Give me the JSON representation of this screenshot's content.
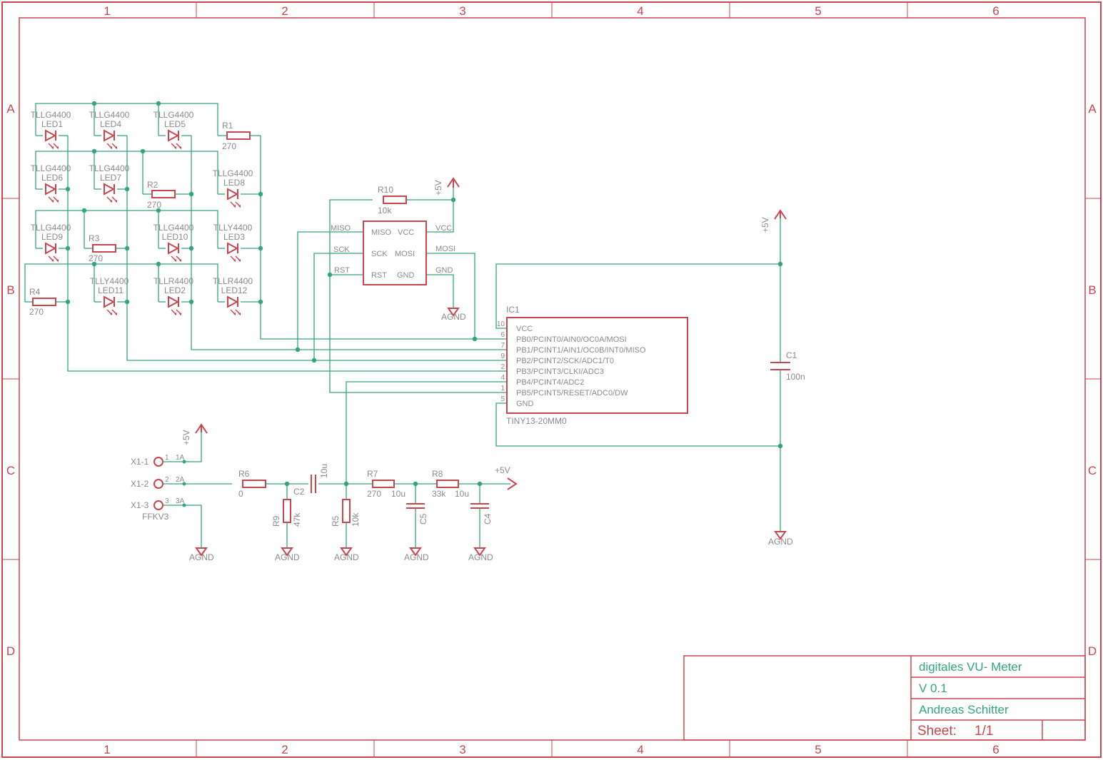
{
  "colors": {
    "frame": "#c8464c",
    "wire": "#34a37f",
    "label": "#8a8a8a",
    "title_text": "#34a37f"
  },
  "frame": {
    "columns": [
      "1",
      "2",
      "3",
      "4",
      "5",
      "6"
    ],
    "rows": [
      "A",
      "B",
      "C",
      "D"
    ]
  },
  "title_block": {
    "title": "digitales VU- Meter",
    "version": "V 0.1",
    "author": "Andreas Schitter",
    "sheet_label": "Sheet:",
    "sheet_value": "1/1"
  },
  "leds": [
    {
      "ref": "LED1",
      "value": "TLLG4400"
    },
    {
      "ref": "LED4",
      "value": "TLLG4400"
    },
    {
      "ref": "LED5",
      "value": "TLLG4400"
    },
    {
      "ref": "LED6",
      "value": "TLLG4400"
    },
    {
      "ref": "LED7",
      "value": "TLLG4400"
    },
    {
      "ref": "LED8",
      "value": "TLLG4400"
    },
    {
      "ref": "LED9",
      "value": "TLLG4400"
    },
    {
      "ref": "LED10",
      "value": "TLLG4400"
    },
    {
      "ref": "LED3",
      "value": "TLLY4400"
    },
    {
      "ref": "LED11",
      "value": "TLLY4400"
    },
    {
      "ref": "LED2",
      "value": "TLLR4400"
    },
    {
      "ref": "LED12",
      "value": "TLLR4400"
    }
  ],
  "resistors": [
    {
      "ref": "R1",
      "value": "270"
    },
    {
      "ref": "R2",
      "value": "270"
    },
    {
      "ref": "R3",
      "value": "270"
    },
    {
      "ref": "R4",
      "value": "270"
    },
    {
      "ref": "R10",
      "value": "10k"
    },
    {
      "ref": "R6",
      "value": "0"
    },
    {
      "ref": "R7",
      "value": "270"
    },
    {
      "ref": "R8",
      "value": "33k"
    },
    {
      "ref": "R9",
      "value": "47k"
    },
    {
      "ref": "R5",
      "value": "10k"
    }
  ],
  "capacitors": [
    {
      "ref": "C1",
      "value": "100n"
    },
    {
      "ref": "C2",
      "value": "10u"
    },
    {
      "ref": "C5",
      "value": "10u"
    },
    {
      "ref": "C4",
      "value": "10u"
    }
  ],
  "isp": {
    "pins_left": [
      "MISO",
      "SCK",
      "RST"
    ],
    "pins_right": [
      "VCC",
      "MOSI",
      "GND"
    ],
    "net_left": [
      "MISO",
      "SCK",
      "RST"
    ],
    "net_right": [
      "VCC",
      "MOSI",
      "GND"
    ]
  },
  "ic": {
    "ref": "IC1",
    "part": "TINY13-20MM0",
    "pins": [
      {
        "num": "10",
        "name": "VCC"
      },
      {
        "num": "6",
        "name": "PB0/PCINT0/AIN0/OC0A/MOSI"
      },
      {
        "num": "7",
        "name": "PB1/PCINT1/AIN1/OC0B/INT0/MISO"
      },
      {
        "num": "9",
        "name": "PB2/PCINT2/SCK/ADC1/T0"
      },
      {
        "num": "2",
        "name": "PB3/PCINT3/CLKI/ADC3"
      },
      {
        "num": "4",
        "name": "PB4/PCINT4/ADC2"
      },
      {
        "num": "1",
        "name": "PB5/PCINT5/RESET/ADC0/DW"
      },
      {
        "num": "5",
        "name": "GND"
      }
    ]
  },
  "connector": {
    "part": "FFKV3",
    "pins": [
      {
        "name": "X1-1",
        "num": "1",
        "pad": "1A"
      },
      {
        "name": "X1-2",
        "num": "2",
        "pad": "2A"
      },
      {
        "name": "X1-3",
        "num": "3",
        "pad": "3A"
      }
    ]
  },
  "supply": {
    "vcc": "+5V",
    "gnd": "AGND"
  }
}
